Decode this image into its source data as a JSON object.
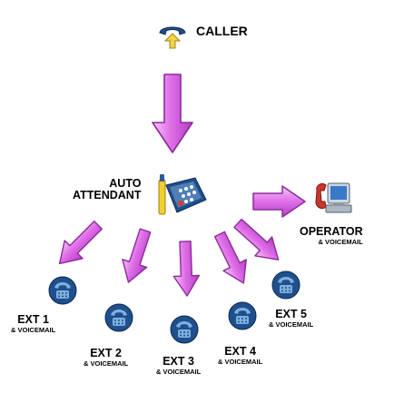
{
  "caller": {
    "label": "CALLER"
  },
  "auto_attendant": {
    "label_line1": "AUTO",
    "label_line2": "ATTENDANT"
  },
  "operator": {
    "label": "OPERATOR",
    "sublabel": "& VOICEMAIL"
  },
  "extensions": [
    {
      "label": "EXT 1",
      "sublabel": "& VOICEMAIL"
    },
    {
      "label": "EXT 2",
      "sublabel": "& VOICEMAIL"
    },
    {
      "label": "EXT 3",
      "sublabel": "& VOICEMAIL"
    },
    {
      "label": "EXT 4",
      "sublabel": "& VOICEMAIL"
    },
    {
      "label": "EXT 5",
      "sublabel": "& VOICEMAIL"
    }
  ],
  "colors": {
    "arrow_fill": "#e06ee8",
    "arrow_light": "#f6c6f8",
    "arrow_stroke": "#8a2b98",
    "phone_body": "#1f4f8c",
    "phone_light": "#7fb0e0"
  },
  "icons": [
    "phone-icon",
    "caller-icon",
    "auto-attendant-icon",
    "operator-computer-icon"
  ]
}
